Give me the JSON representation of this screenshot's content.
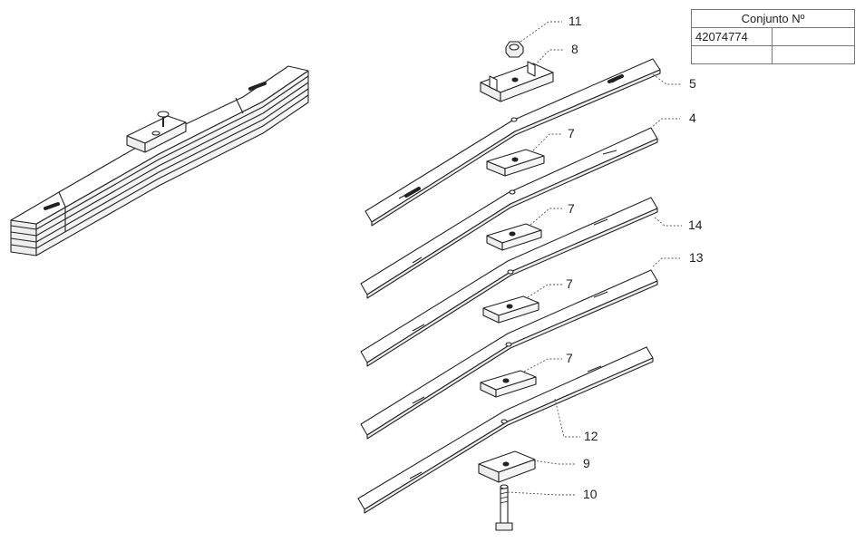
{
  "table": {
    "header": "Conjunto Nº",
    "rows": [
      [
        "42074774",
        ""
      ],
      [
        "",
        ""
      ]
    ]
  },
  "callouts": [
    "11",
    "8",
    "5",
    "4",
    "7",
    "7",
    "14",
    "13",
    "7",
    "7",
    "12",
    "9",
    "10"
  ]
}
